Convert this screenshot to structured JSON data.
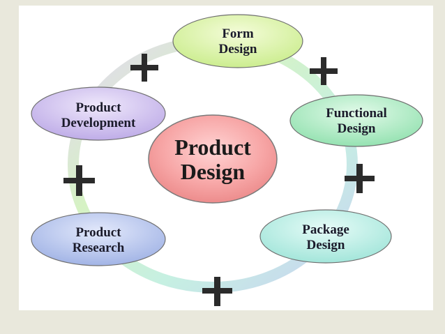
{
  "diagram": {
    "center": {
      "line1": "Product",
      "line2": "Design"
    },
    "nodes": [
      {
        "id": "form",
        "line1": "Form",
        "line2": "Design"
      },
      {
        "id": "functional",
        "line1": "Functional",
        "line2": "Design"
      },
      {
        "id": "package",
        "line1": "Package",
        "line2": "Design"
      },
      {
        "id": "research",
        "line1": "Product",
        "line2": "Research"
      },
      {
        "id": "development",
        "line1": "Product",
        "line2": "Development"
      }
    ],
    "connector_symbol": "plus"
  },
  "colors": {
    "background": "#e9e8dc",
    "panel": "#ffffff",
    "center_fill": "#f6a3a3",
    "form_fill": "#dcf4a8",
    "functional_fill": "#a8ecc2",
    "package_fill": "#b6eee4",
    "research_fill": "#b8c6ea",
    "development_fill": "#d2c4ee",
    "ring": "#c9e6c9"
  }
}
